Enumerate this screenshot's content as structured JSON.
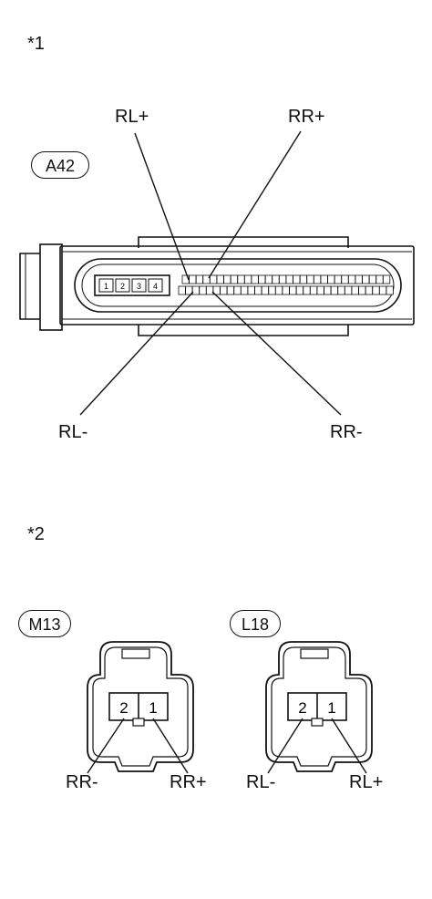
{
  "section1": {
    "marker": "*1",
    "connector_tag": "A42",
    "small_block_pins": [
      "1",
      "2",
      "3",
      "4"
    ],
    "labels": {
      "rl_plus": "RL+",
      "rr_plus": "RR+",
      "rl_minus": "RL-",
      "rr_minus": "RR-"
    }
  },
  "section2": {
    "marker": "*2",
    "connectors": [
      {
        "tag": "M13",
        "pins": [
          "2",
          "1"
        ],
        "left_label": "RR-",
        "right_label": "RR+"
      },
      {
        "tag": "L18",
        "pins": [
          "2",
          "1"
        ],
        "left_label": "RL-",
        "right_label": "RL+"
      }
    ]
  }
}
